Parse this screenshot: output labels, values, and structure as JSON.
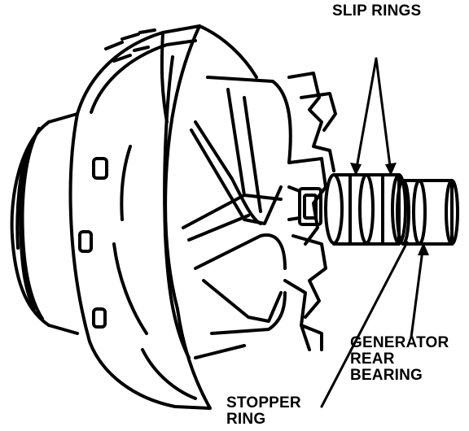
{
  "labels": {
    "slip_rings": "SLIP RINGS",
    "generator_rear_bearing": [
      "GENERATOR",
      "REAR",
      "BEARING"
    ],
    "stopper_ring": [
      "STOPPER",
      "RING"
    ]
  },
  "colors": {
    "ink": "#000000",
    "paper": "#ffffff"
  }
}
